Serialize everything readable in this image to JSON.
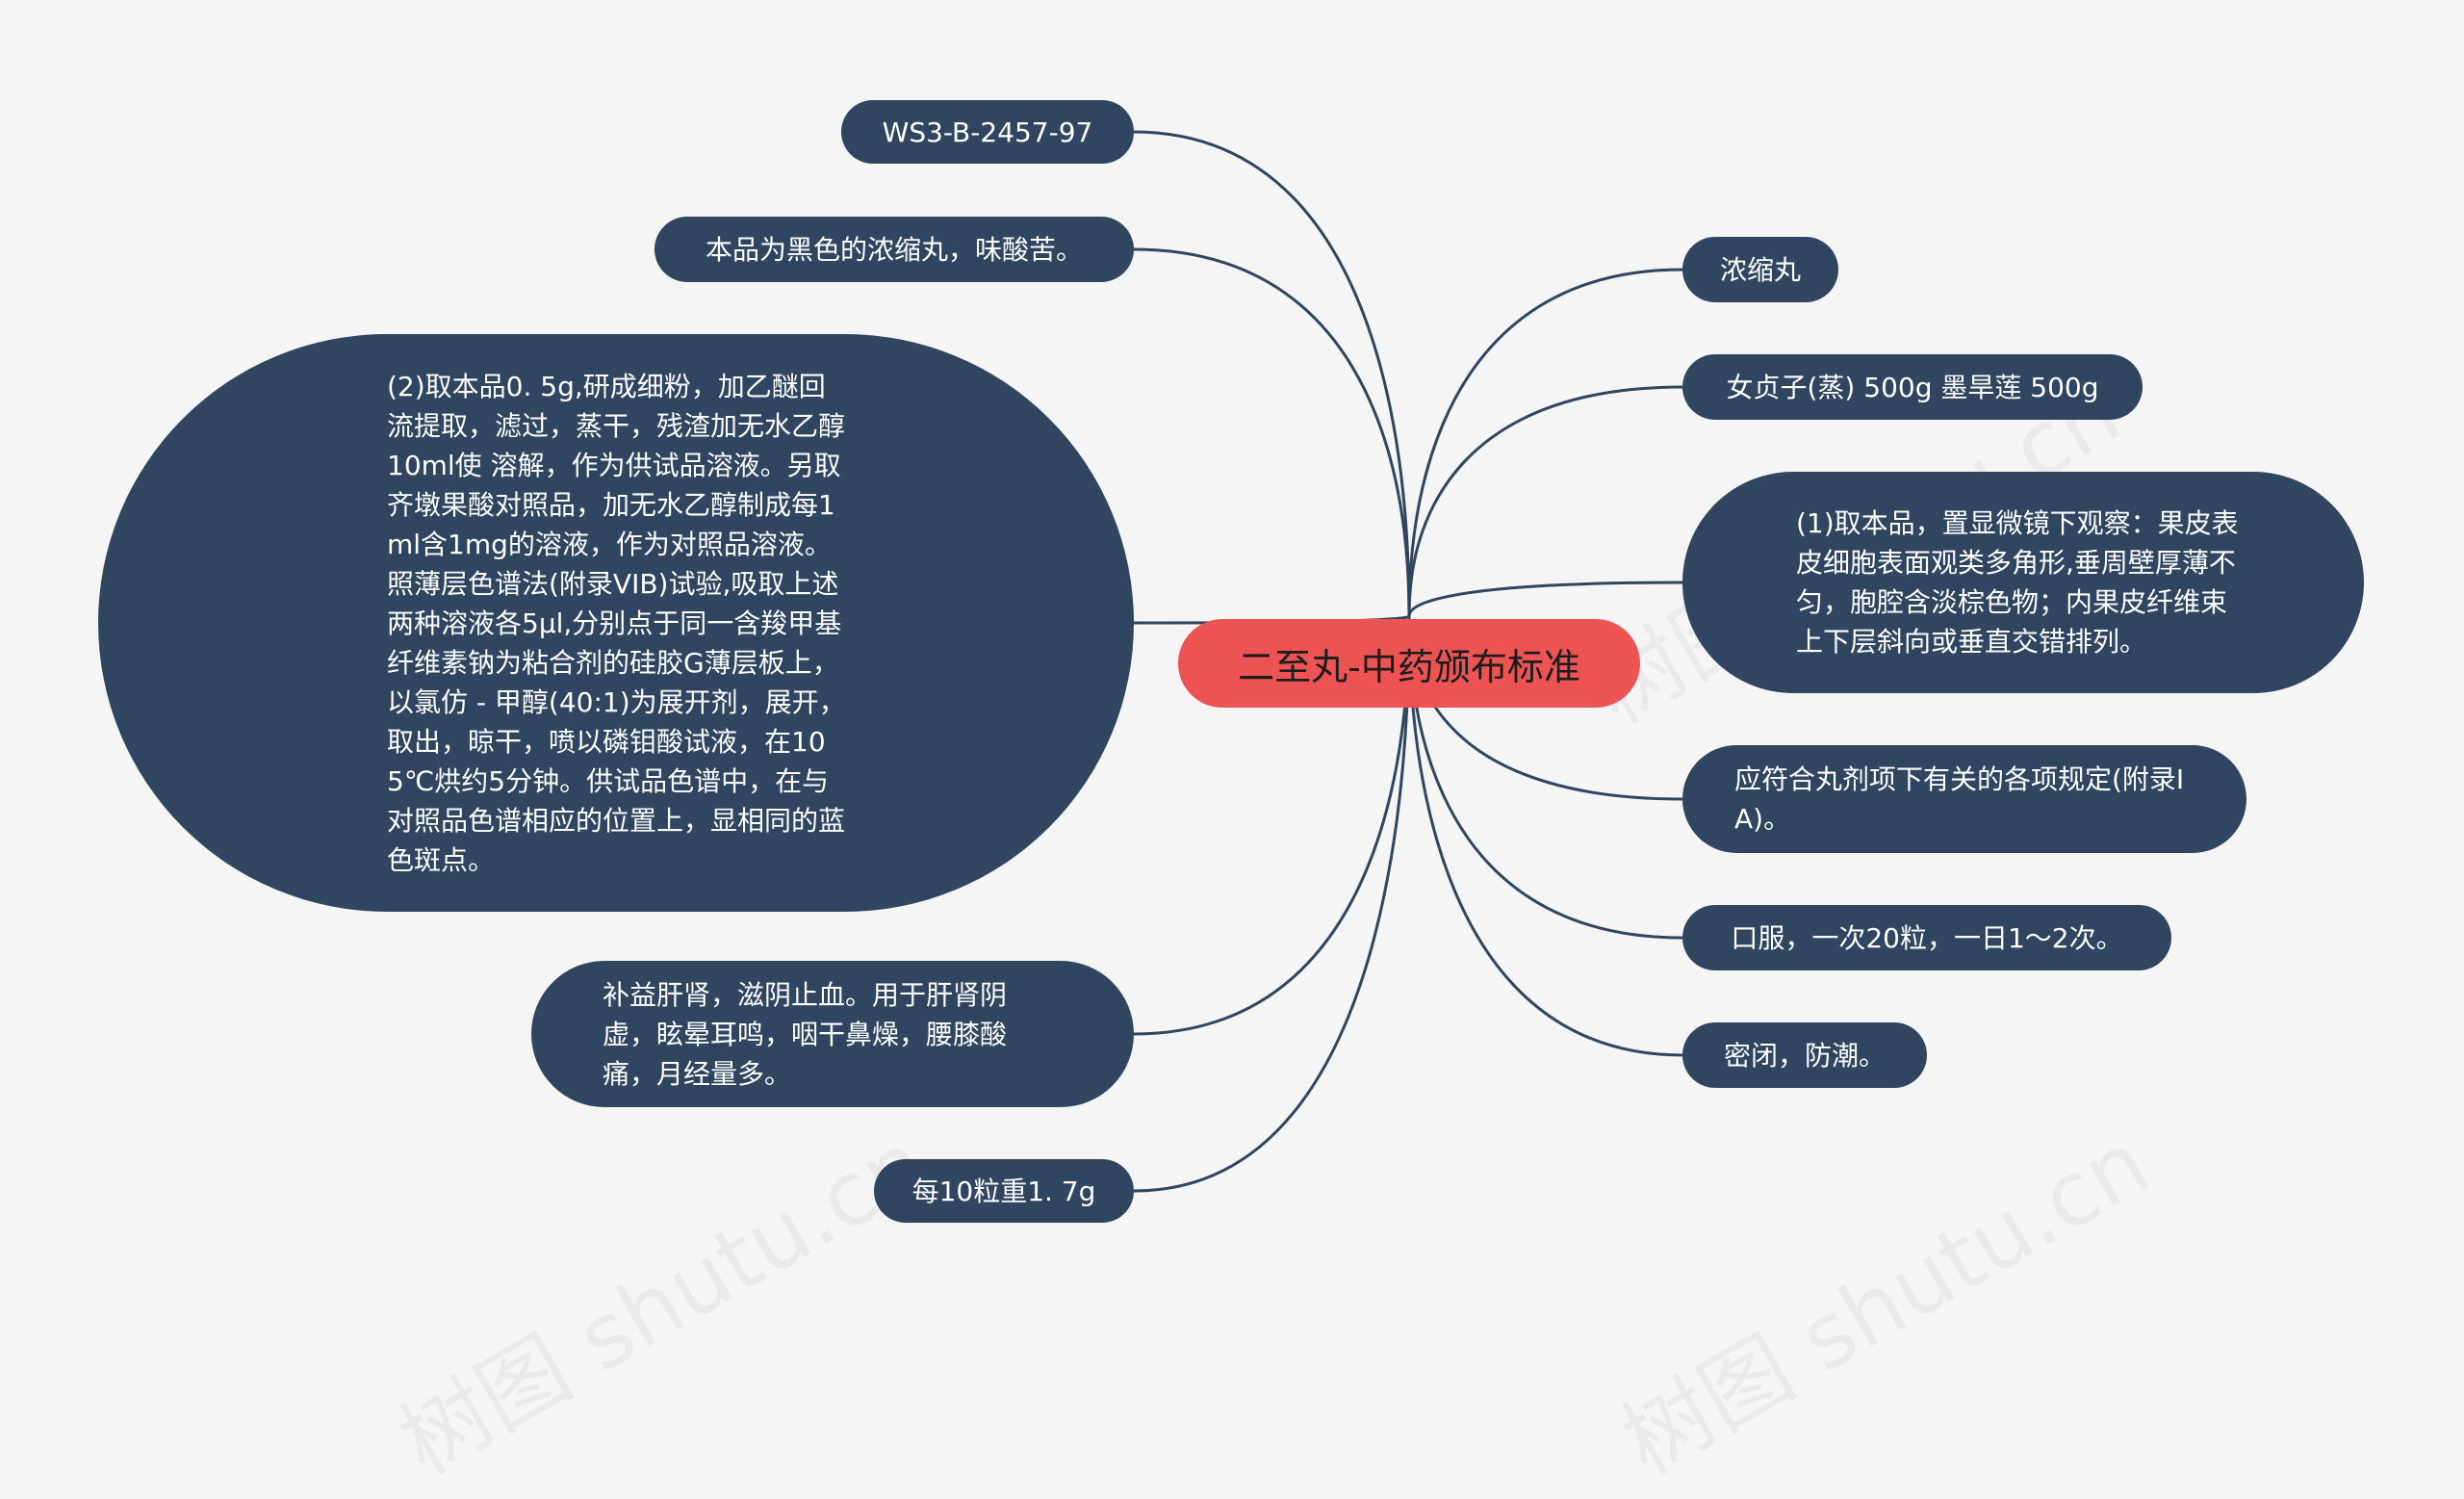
{
  "root": {
    "label": "二至丸-中药颁布标准"
  },
  "left_nodes": [
    {
      "id": "standard-number",
      "text": "WS3-B-2457-97"
    },
    {
      "id": "character",
      "text": "本品为黑色的浓缩丸，味酸苦。"
    },
    {
      "id": "identification-2",
      "text": "(2)取本品0. 5g,研成细粉，加乙醚回流提取，滤过，蒸干，残渣加无水乙醇10ml使 溶解，作为供试品溶液。另取齐墩果酸对照品，加无水乙醇制成每1ml含1mg的溶液，作为对照品溶液。照薄层色谱法(附录VIB)试验,吸取上述两种溶液各5μl,分别点于同一含羧甲基纤维素钠为粘合剂的硅胶G薄层板上，以氯仿 - 甲醇(40:1)为展开剂，展开，取出，晾干，喷以磷钼酸试液，在105℃烘约5分钟。供试品色谱中，在与对照品色谱相应的位置上，显相同的蓝色斑点。"
    },
    {
      "id": "function-indication",
      "text": "补益肝肾，滋阴止血。用于肝肾阴虚，眩晕耳鸣，咽干鼻燥，腰膝酸痛，月经量多。"
    },
    {
      "id": "specification",
      "text": "每10粒重1. 7g"
    }
  ],
  "right_nodes": [
    {
      "id": "dosage-form",
      "text": "浓缩丸"
    },
    {
      "id": "prescription",
      "text": "女贞子(蒸) 500g 墨旱莲 500g"
    },
    {
      "id": "identification-1",
      "text": "(1)取本品，置显微镜下观察：果皮表皮细胞表面观类多角形,垂周壁厚薄不匀，胞腔含淡棕色物；内果皮纤维束上下层斜向或垂直交错排列。"
    },
    {
      "id": "inspection",
      "text": "应符合丸剂项下有关的各项规定(附录ⅠA)。"
    },
    {
      "id": "usage-dosage",
      "text": "口服，一次20粒，一日1～2次。"
    },
    {
      "id": "storage",
      "text": "密闭，防潮。"
    }
  ],
  "colors": {
    "background": "#f5f5f6",
    "node": "#2f4560",
    "root": "#ee5353",
    "line": "#2f4560",
    "node_text": "#ffffff",
    "root_text": "#1d1d1d"
  }
}
